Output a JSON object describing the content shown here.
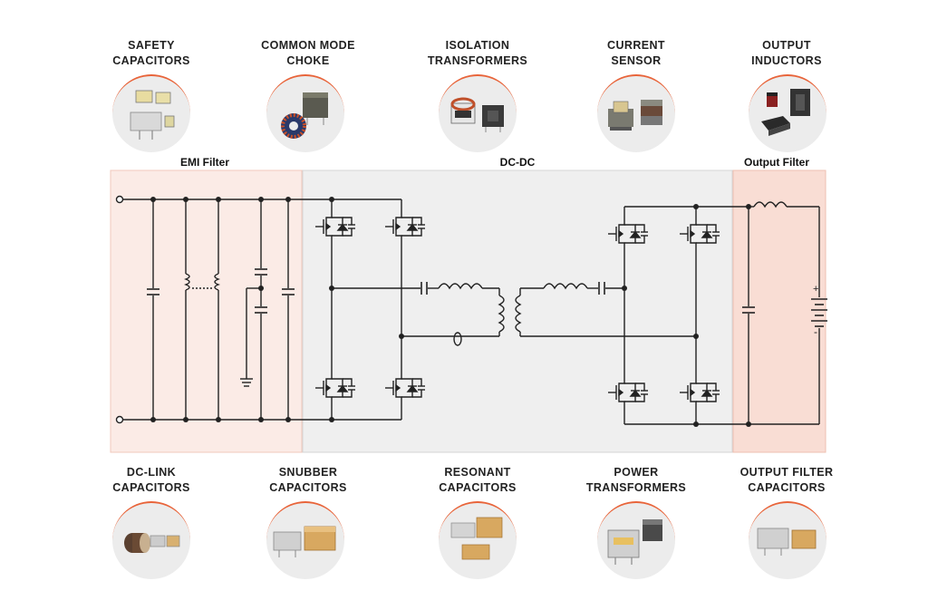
{
  "top_components": [
    {
      "label_lines": [
        "SAFETY",
        "CAPACITORS"
      ],
      "icon": "safety-capacitors-icon"
    },
    {
      "label_lines": [
        "COMMON MODE",
        "CHOKE"
      ],
      "icon": "common-mode-choke-icon"
    },
    {
      "label_lines": [
        "ISOLATION",
        "TRANSFORMERS"
      ],
      "icon": "isolation-transformers-icon"
    },
    {
      "label_lines": [
        "CURRENT",
        "SENSOR"
      ],
      "icon": "current-sensor-icon"
    },
    {
      "label_lines": [
        "OUTPUT",
        "INDUCTORS"
      ],
      "icon": "output-inductors-icon"
    }
  ],
  "bottom_components": [
    {
      "label_lines": [
        "DC-LINK",
        "CAPACITORS"
      ],
      "icon": "dc-link-capacitors-icon"
    },
    {
      "label_lines": [
        "SNUBBER",
        "CAPACITORS"
      ],
      "icon": "snubber-capacitors-icon"
    },
    {
      "label_lines": [
        "RESONANT",
        "CAPACITORS"
      ],
      "icon": "resonant-capacitors-icon"
    },
    {
      "label_lines": [
        "POWER",
        "TRANSFORMERS"
      ],
      "icon": "power-transformers-icon"
    },
    {
      "label_lines": [
        "OUTPUT FILTER",
        "CAPACITORS"
      ],
      "icon": "output-filter-capacitors-icon"
    }
  ],
  "sections": {
    "emi": "EMI Filter",
    "dcdc": "DC-DC",
    "output": "Output Filter"
  },
  "battery": {
    "plus": "+",
    "minus": "-"
  },
  "colors": {
    "accent": "#e8643a",
    "emi_bg": "#fbebe6",
    "dcdc_bg": "#efefef",
    "output_bg": "#f9ddd4",
    "wire": "#222222",
    "component_bg": "#ececec"
  }
}
